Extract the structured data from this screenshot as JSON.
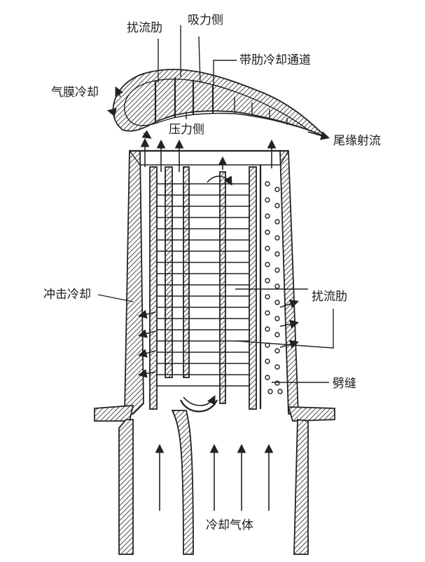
{
  "labels": {
    "disturbance_rib_top": "扰流肋",
    "suction_side": "吸力侧",
    "ribbed_cooling_channel": "带肋冷却通道",
    "film_cooling": "气膜冷却",
    "pressure_side": "压力侧",
    "trailing_edge_jet": "尾缘射流",
    "impingement_cooling": "冲击冷却",
    "disturbance_rib_right": "扰流肋",
    "split_slot": "劈缝",
    "cooling_gas": "冷却气体"
  },
  "colors": {
    "ink": "#222222",
    "background": "#ffffff"
  }
}
